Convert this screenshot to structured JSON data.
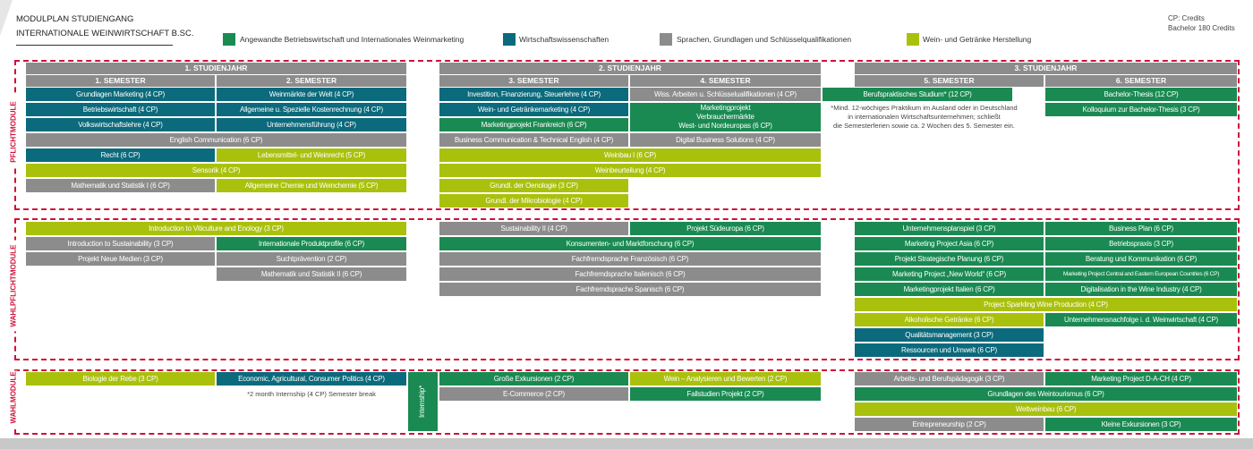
{
  "header": {
    "title1": "MODULPLAN STUDIENGANG",
    "title2": "INTERNATIONALE WEINWIRTSCHAFT B.SC.",
    "credits1": "CP: Credits",
    "credits2": "Bachelor 180 Credits"
  },
  "legend": [
    {
      "label": "Angewandte Betriebswirtschaft und Internationales Weinmarketing",
      "color": "#1a8a52"
    },
    {
      "label": "Wirtschaftswissenschaften",
      "color": "#0b6a7c"
    },
    {
      "label": "Sprachen, Grundlagen und Schlüsselqualifikationen",
      "color": "#8c8c8c"
    },
    {
      "label": "Wein- und Getränke Herstellung",
      "color": "#a9c10d"
    }
  ],
  "sections": {
    "pflicht": "PFLICHTMODULE",
    "wahlpflicht": "WAHLPFLICHTMODULE",
    "wahl": "WAHLMODULE"
  },
  "years": [
    "1. STUDIENJAHR",
    "2. STUDIENJAHR",
    "3. STUDIENJAHR"
  ],
  "semesters": [
    "1. SEMESTER",
    "2. SEMESTER",
    "3. SEMESTER",
    "4. SEMESTER",
    "5. SEMESTER",
    "6. SEMESTER"
  ],
  "pflicht": [
    "Grundlagen Marketing (4 CP)",
    "Weinmärkte der Welt (4 CP)",
    "Betriebswirtschaft (4 CP)",
    "Allgemeine u. Spezielle Kostenrechnung (4 CP)",
    "Volkswirtschaftslehre (4 CP)",
    "Unternehmensführung (4 CP)",
    "English Communication (6 CP)",
    "Recht (6 CP)",
    "Lebensmittel- und Weinrecht (5 CP)",
    "Sensorik (4 CP)",
    "Mathematik und Statistik I (6 CP)",
    "Allgemeine Chemie und Weinchemie (5 CP)",
    "Investition, Finanzierung, Steuerlehre (4 CP)",
    "Wiss. Arbeiten u. Schlüsselualifikationen (4 CP)",
    "Wein- und Getränkemarketing (4 CP)",
    "Marketingprojekt",
    "Verbrauchermärkte",
    "West- und Nordeuropas (6 CP)",
    "Marketingprojekt Frankreich (6 CP)",
    "Business Communication & Technical English (4 CP)",
    "Digital Business Solutions (4 CP)",
    "Weinbau I (6 CP)",
    "Weinbeurteilung (4 CP)",
    "Grundl. der Oenologie (3 CP)",
    "Grundl. der Mikrobiologie (4 CP)",
    "Berufspraktisches Studium* (12 CP)",
    "Bachelor-Thesis (12 CP)",
    "Kolloquium zur Bachelor-Thesis (3 CP)"
  ],
  "pflicht_note": [
    "*Mind. 12-wöchiges Praktikum im Ausland oder in Deutschland",
    "in internationalen Wirtschaftsunternehmen; schließt",
    "die Semesterferien sowie ca. 2 Wochen des 5. Semester ein."
  ],
  "wahlpflicht": [
    "Introduction to Viticulture and Enology (3 CP)",
    "Introduction to Sustainability (3 CP)",
    "Internationale Produktprofile (6 CP)",
    "Projekt Neue Medien (3 CP)",
    "Suchtprävention (2 CP)",
    "Mathematik und Statistik II (6 CP)",
    "Sustainability II (4 CP)",
    "Projekt Südeuropa (6 CP)",
    "Konsumenten- und Marktforschung (6 CP)",
    "Fachfremdsprache Französisch (6 CP)",
    "Fachfremdsprache Italienisch (6 CP)",
    "Fachfremdsprache Spanisch (6 CP)",
    "Unternehmensplanspiel (3 CP)",
    "Business Plan (6 CP)",
    "Marketing Project Asia (6 CP)",
    "Betriebspraxis (3 CP)",
    "Projekt Strategische Planung (6 CP)",
    "Beratung und Kommunikation (6 CP)",
    "Marketing Project „New World“ (6 CP)",
    "Marketing Project Central and Eastern European Countries (6 CP)",
    "Marketingprojekt Italien (6 CP)",
    "Digitalisation in the Wine Industry (4 CP)",
    "Project Sparkling Wine Production (4 CP)",
    "Alkoholische Getränke (6 CP)",
    "Unternehmensnachfolge i. d. Weinwirtschaft (4 CP)",
    "Qualitätsmanagement (3 CP)",
    "Ressourcen und Umwelt (6 CP)"
  ],
  "wahl": [
    "Biologie der Rebe (3 CP)",
    "Economic, Agricultural, Consumer Politics (4 CP)",
    "Internship*",
    "Große Exkursionen (2 CP)",
    "Wein – Analysieren und Bewerten (2 CP)",
    "E-Commerce (2 CP)",
    "Fallstudien Projekt (2 CP)",
    "Arbeits- und Berufspädagogik (3 CP)",
    "Marketing Project D-A-CH (4 CP)",
    "Grundlagen des Weintourismus (6 CP)",
    "Weltweinbau (6 CP)",
    "Entrepreneurship (2 CP)",
    "Kleine Exkursionen (3 CP)"
  ],
  "wahl_note": "*2 month Internship (4 CP) Semester break"
}
